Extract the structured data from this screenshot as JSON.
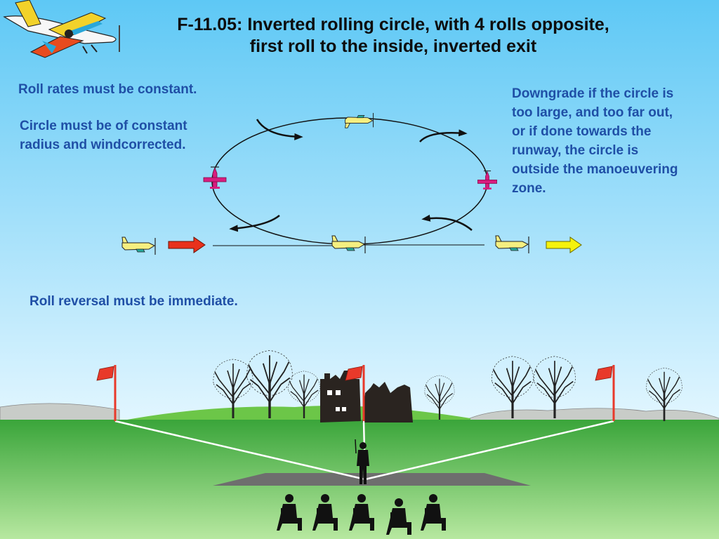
{
  "title": {
    "line1": "F-11.05: Inverted rolling circle, with 4 rolls opposite,",
    "line2": "first roll to the inside, inverted exit"
  },
  "notes": {
    "roll_rates": "Roll rates must be constant.",
    "circle_constant": "Circle must be of constant radius and windcorrected.",
    "downgrade": "Downgrade if the circle is too large, and too far out, or if done towards the runway, the circle is outside the manoeuvering zone.",
    "roll_reversal": "Roll reversal must be immediate."
  },
  "colors": {
    "sky_top": "#5ec8f5",
    "sky_bottom": "#e2f6ff",
    "grass": "#4db848",
    "note_text": "#1f4fa6",
    "entry_arrow": "#e8311c",
    "exit_arrow": "#f5f20c",
    "plane_yellow": "#f5ef80",
    "plane_magenta": "#d81d7f",
    "flag": "#e8392a"
  },
  "icons": {
    "logo": "aerobatic-plane-icon",
    "maneuver_planes": "small-plane-icon",
    "arrows": "direction-arrow-icon",
    "flags": "pole-flag-icon",
    "pilot": "pilot-silhouette-icon",
    "judges": "judge-silhouette-icon"
  }
}
